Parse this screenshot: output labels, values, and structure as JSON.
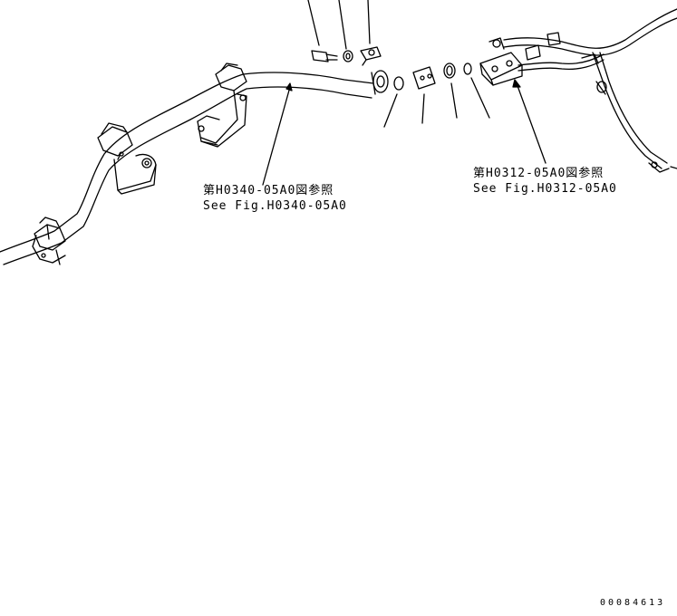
{
  "callouts": [
    {
      "jp": "第H0340-05A0図参照",
      "en": "See Fig.H0340-05A0"
    },
    {
      "jp": "第H0312-05A0図参照",
      "en": "See Fig.H0312-05A0"
    }
  ],
  "drawing_number": "00084613"
}
